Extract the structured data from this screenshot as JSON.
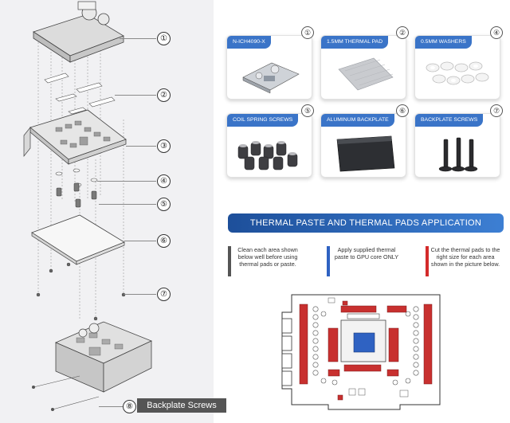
{
  "exploded_view": {
    "callouts": [
      "①",
      "②",
      "③",
      "④",
      "⑤",
      "⑥",
      "⑦",
      "⑧"
    ],
    "caption": "Backplate Screws"
  },
  "parts": [
    {
      "label": "N-ICH4090-X",
      "number": "①"
    },
    {
      "label": "1.5MM THERMAL PAD",
      "number": "②"
    },
    {
      "label": "0.5MM WASHERS",
      "number": "④"
    },
    {
      "label": "COIL SPRING SCREWS",
      "number": "⑤"
    },
    {
      "label": "ALUMINUM BACKPLATE",
      "number": "⑥"
    },
    {
      "label": "BACKPLATE SCREWS",
      "number": "⑦"
    }
  ],
  "banner": {
    "title": "THERMAL PASTE AND THERMAL PADS APPLICATION"
  },
  "steps": [
    {
      "text": "Clean each area shown below well before using thermal pads or paste.",
      "color": "#555555"
    },
    {
      "text": "Apply supplied thermal paste to GPU core ONLY",
      "color": "#2f62c2"
    },
    {
      "text": "Cut the thermal pads to the right size for each area shown in the picture below.",
      "color": "#d42b2b"
    }
  ],
  "colors": {
    "accent_blue": "#3a74c8",
    "banner_blue": "#1d4f9a",
    "pad_red": "#c8302f",
    "core_blue": "#2f62c2"
  }
}
